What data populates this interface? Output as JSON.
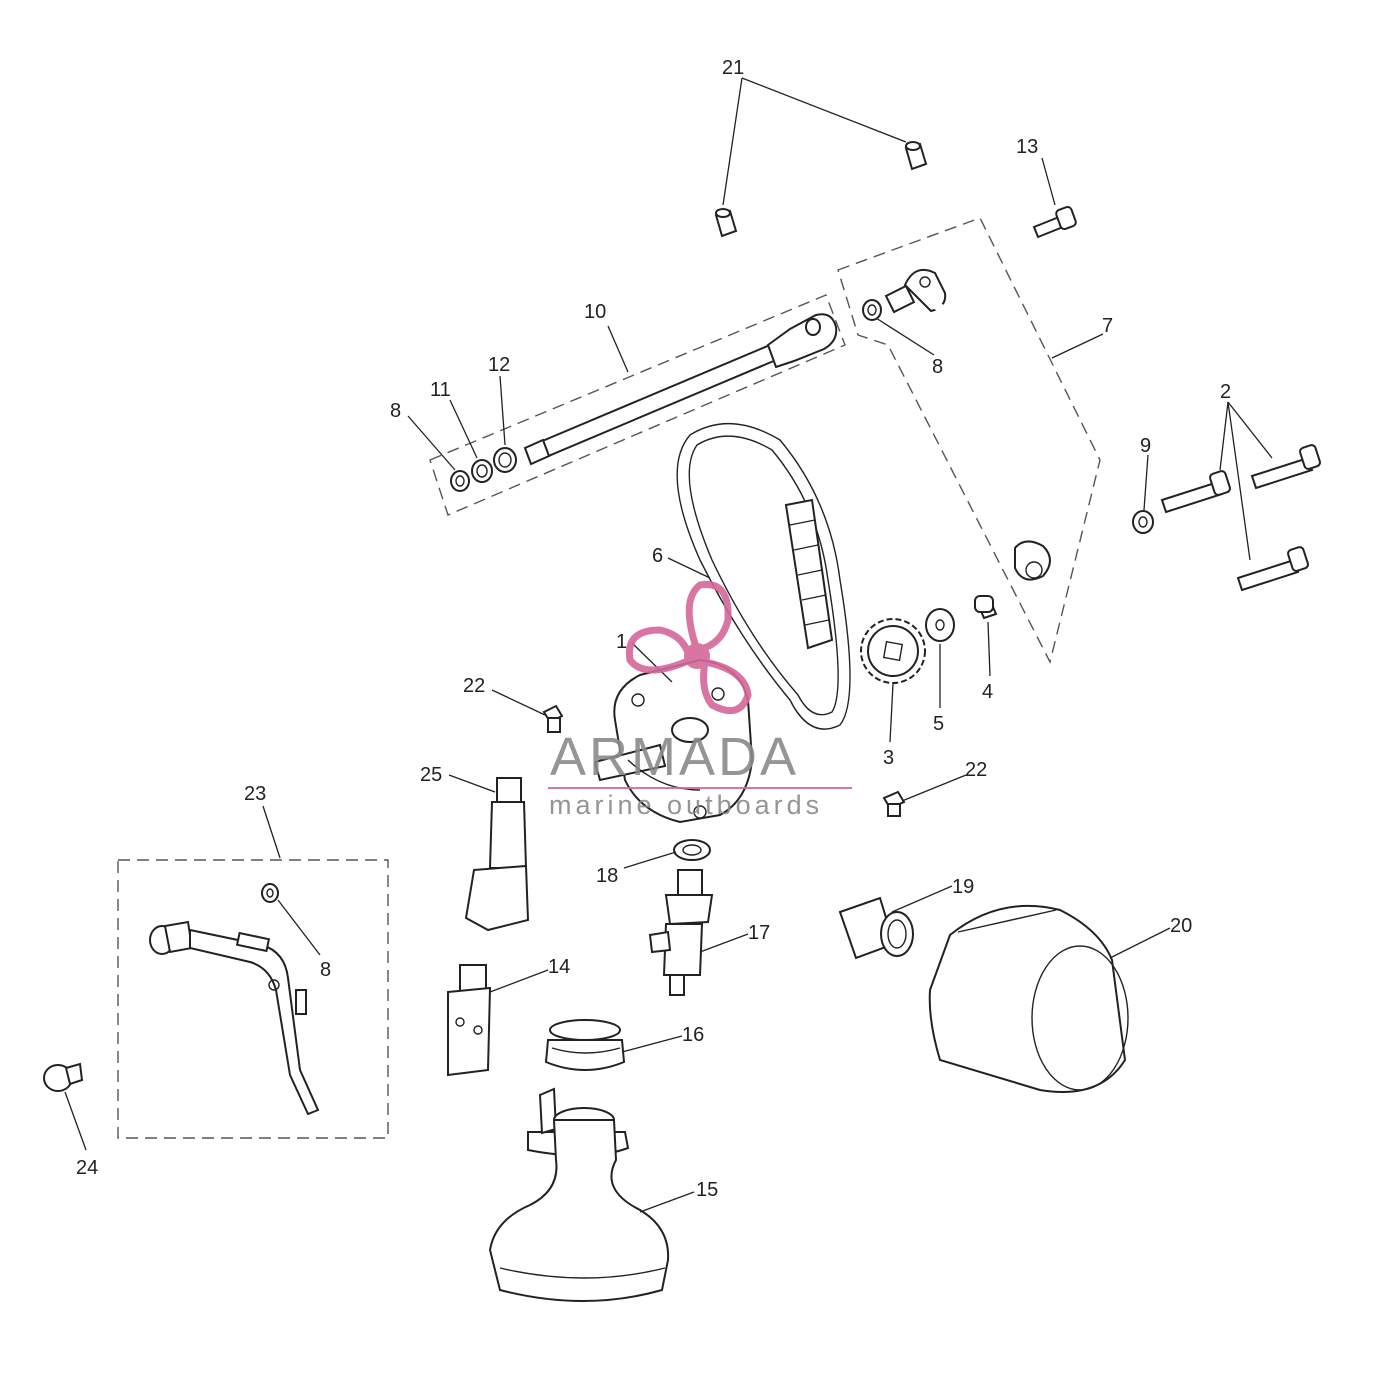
{
  "callouts": {
    "c1": "1",
    "c2": "2",
    "c3": "3",
    "c4": "4",
    "c5": "5",
    "c6": "6",
    "c7": "7",
    "c8a": "8",
    "c8b": "8",
    "c8c": "8",
    "c9": "9",
    "c10": "10",
    "c11": "11",
    "c12": "12",
    "c13": "13",
    "c14": "14",
    "c15": "15",
    "c16": "16",
    "c17": "17",
    "c18": "18",
    "c19": "19",
    "c20": "20",
    "c21": "21",
    "c22a": "22",
    "c22b": "22",
    "c23": "23",
    "c24": "24",
    "c25": "25"
  },
  "watermark": {
    "brand": "ARMADA",
    "tagline": "marine outboards",
    "accent_color": "#d4679a"
  }
}
